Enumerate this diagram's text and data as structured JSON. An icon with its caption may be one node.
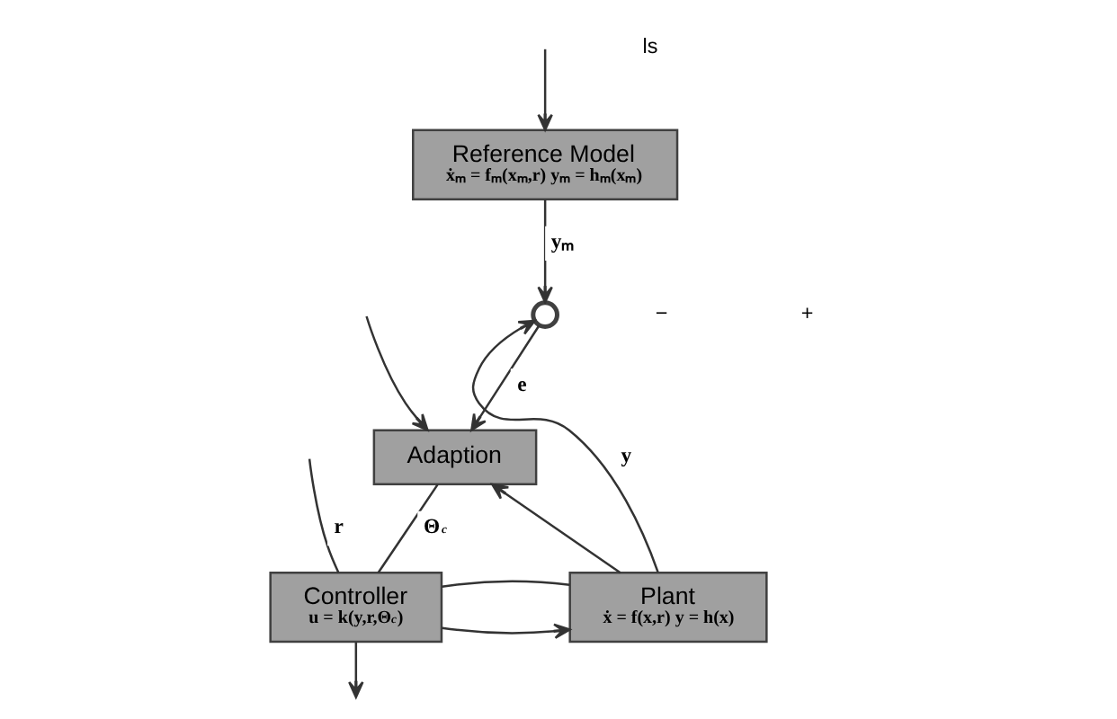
{
  "diagram": {
    "nodes": [
      {
        "text": [
          "Reference Model",
          "ẋₘ = fₘ(xₘ,r) yₘ = hₘ(xₘ)"
        ]
      },
      {
        "text": [
          "Adaption"
        ]
      },
      {
        "text": [
          "Controller",
          "u = k(y,r,Θ$_{c}$)"
        ]
      },
      {
        "text": [
          "Plant",
          "ẋ = f(x,r) y = h(x)"
        ]
      },
      {
        "text": [],
        "shape": "circle"
      }
    ],
    "edges": [
      {
        "from": null,
        "to": 2,
        "arrow": "none",
        "label": "r"
      },
      {
        "from": null,
        "to": 0,
        "arrow": "to"
      },
      {
        "from": null,
        "to": 1,
        "arrow": "to"
      },
      {
        "from": 0,
        "to": 4,
        "arrow": "to",
        "label": "yₘ"
      },
      {
        "from": 4,
        "to": 1,
        "arrow": "to",
        "label": "e"
      },
      {
        "from": 1,
        "to": 2,
        "arrow": "none",
        "label": "Θ$_{c}$"
      },
      {
        "from": 2,
        "to": 3,
        "arrow": "to"
      },
      {
        "from": 3,
        "to": 4,
        "arrow": "to",
        "label": "y"
      },
      {
        "from": 3,
        "to": 1,
        "arrow": "to"
      },
      {
        "from": 3,
        "to": 2,
        "arrow": "none"
      },
      {
        "from": 2,
        "to": null,
        "arrow": "to"
      }
    ],
    "labels": [
      "−",
      "+",
      "ls"
    ]
  }
}
